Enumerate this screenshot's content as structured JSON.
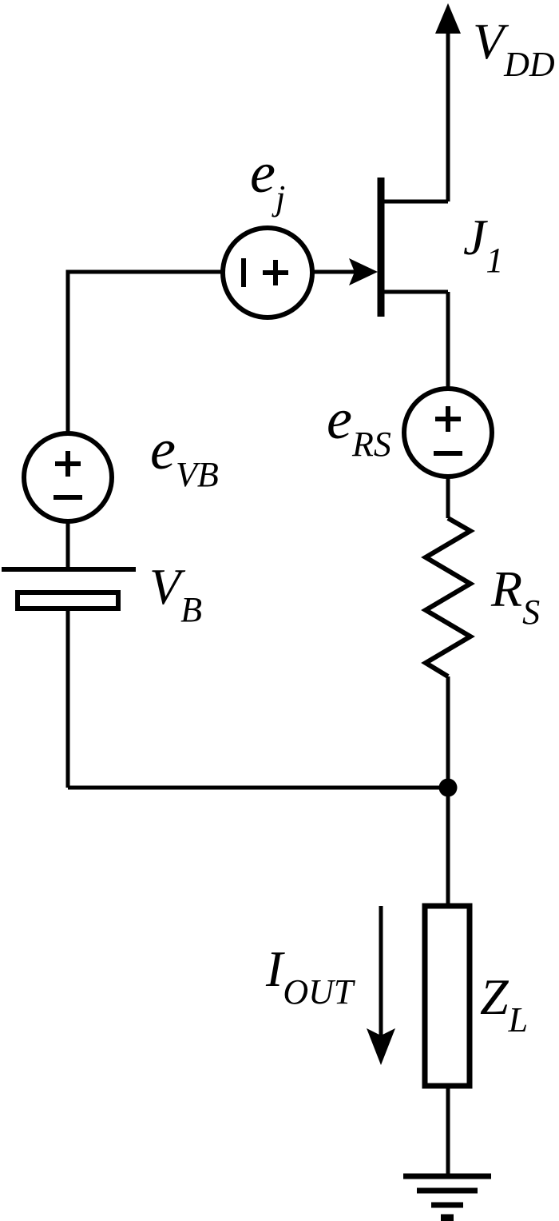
{
  "figure": {
    "kind": "circuit-schematic",
    "background": "#ffffff",
    "ink": "#000000"
  },
  "labels": {
    "vdd": {
      "main": "V",
      "sub": "DD"
    },
    "ej": {
      "main": "e",
      "sub": "j"
    },
    "j1": {
      "main": "J",
      "sub": "1"
    },
    "ers": {
      "main": "e",
      "sub": "RS"
    },
    "evb": {
      "main": "e",
      "sub": "VB"
    },
    "vb": {
      "main": "V",
      "sub": "B"
    },
    "rs": {
      "main": "R",
      "sub": "S"
    },
    "zl": {
      "main": "Z",
      "sub": "L"
    },
    "iout": {
      "main": "I",
      "sub": "OUT"
    }
  },
  "components": [
    {
      "id": "vdd-supply",
      "kind": "supply-rail-up-arrow",
      "label": "V_DD"
    },
    {
      "id": "j1",
      "kind": "n-channel-jfet",
      "label": "J_1",
      "gate_arrow": "points-right-into-channel"
    },
    {
      "id": "ej-source",
      "kind": "circle-voltage-source",
      "orientation": "horizontal",
      "polarity_left": "−",
      "polarity_right": "+",
      "label": "e_j"
    },
    {
      "id": "evb-source",
      "kind": "circle-voltage-source",
      "orientation": "vertical",
      "polarity_top": "+",
      "polarity_bottom": "−",
      "label": "e_VB"
    },
    {
      "id": "vb-battery",
      "kind": "battery-cell",
      "label": "V_B"
    },
    {
      "id": "ers-source",
      "kind": "circle-voltage-source",
      "orientation": "vertical",
      "polarity_top": "+",
      "polarity_bottom": "−",
      "label": "e_RS"
    },
    {
      "id": "rs-resistor",
      "kind": "zigzag-resistor",
      "label": "R_S"
    },
    {
      "id": "zl-load",
      "kind": "rectangular-impedance-box",
      "label": "Z_L"
    },
    {
      "id": "iout-arrow",
      "kind": "current-direction-arrow",
      "direction": "down",
      "label": "I_OUT"
    },
    {
      "id": "ground",
      "kind": "earth-ground-symbol",
      "label": ""
    },
    {
      "id": "junction",
      "kind": "solder-dot-node",
      "label": ""
    }
  ]
}
